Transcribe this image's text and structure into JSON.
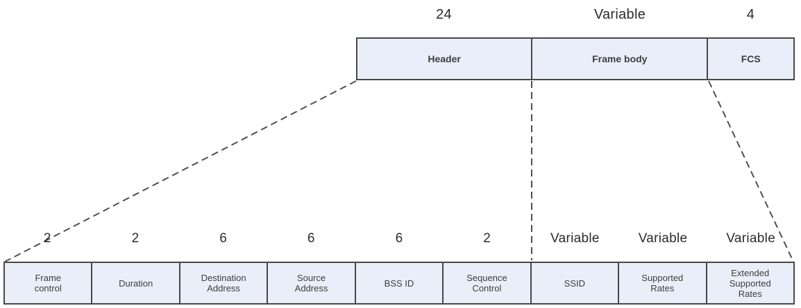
{
  "diagram_type": "frame-format",
  "colors": {
    "box_fill": "#e9eef8",
    "box_border": "#474747",
    "text": "#3d3d3d",
    "dash_line": "#4f4f4f",
    "background": "#ffffff"
  },
  "top_row": {
    "cells": [
      {
        "size": "24",
        "label": "Header"
      },
      {
        "size": "Variable",
        "label": "Frame body"
      },
      {
        "size": "4",
        "label": "FCS"
      }
    ]
  },
  "bottom_row": {
    "cells": [
      {
        "size": "2",
        "label": "Frame\ncontrol"
      },
      {
        "size": "2",
        "label": "Duration"
      },
      {
        "size": "6",
        "label": "Destination\nAddress"
      },
      {
        "size": "6",
        "label": "Source\nAddress"
      },
      {
        "size": "6",
        "label": "BSS ID"
      },
      {
        "size": "2",
        "label": "Sequence\nControl"
      },
      {
        "size": "Variable",
        "label": "SSID"
      },
      {
        "size": "Variable",
        "label": "Supported\nRates"
      },
      {
        "size": "Variable",
        "label": "Extended\nSupported\nRates"
      }
    ]
  }
}
